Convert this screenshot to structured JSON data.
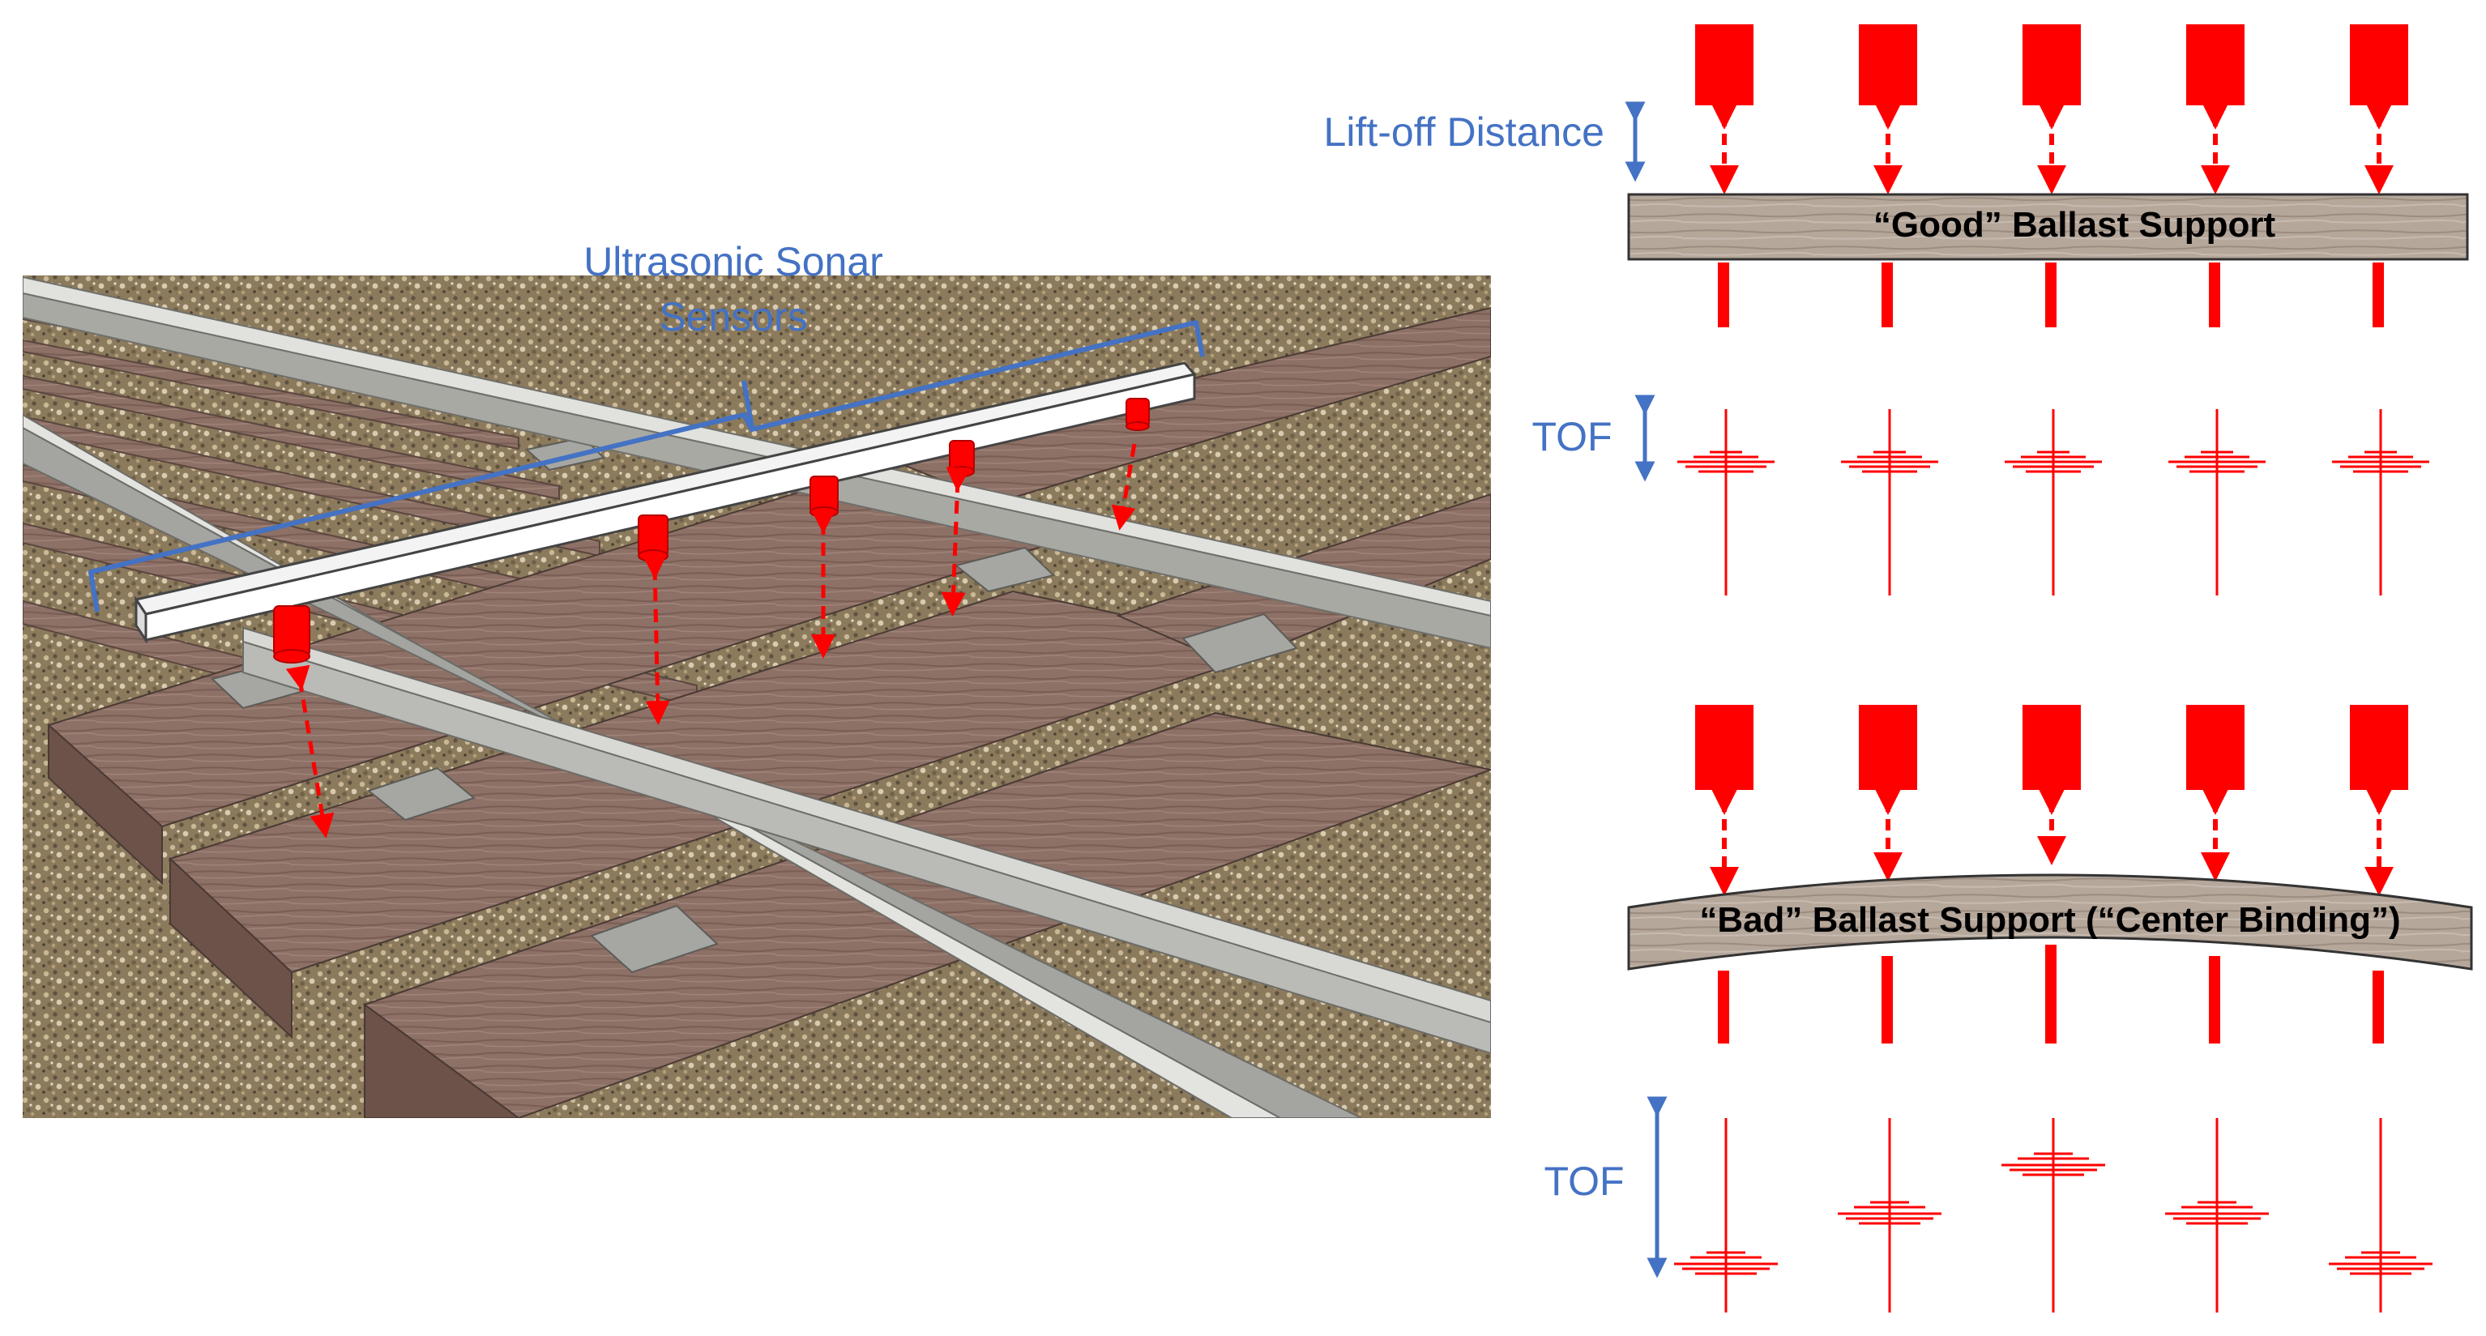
{
  "colors": {
    "label_blue": "#4472C4",
    "sensor_red": "#FF0000",
    "tie_wood": "#8a6d62",
    "rail_grey": "#b8b8b4",
    "ballast": "#8b7a5c"
  },
  "scene_3d": {
    "bracket_label_line1": "Ultrasonic Sonar",
    "bracket_label_line2": "Sensors"
  },
  "good_panel": {
    "dimension_label": "Lift-off Distance",
    "beam_label": "“Good” Ballast Support",
    "tof_label": "TOF"
  },
  "bad_panel": {
    "beam_label": "“Bad” Ballast Support (“Center Binding”)",
    "tof_label": "TOF"
  },
  "icons": [
    "double-arrow-icon",
    "sensor-block-icon",
    "echo-waveform-icon"
  ]
}
